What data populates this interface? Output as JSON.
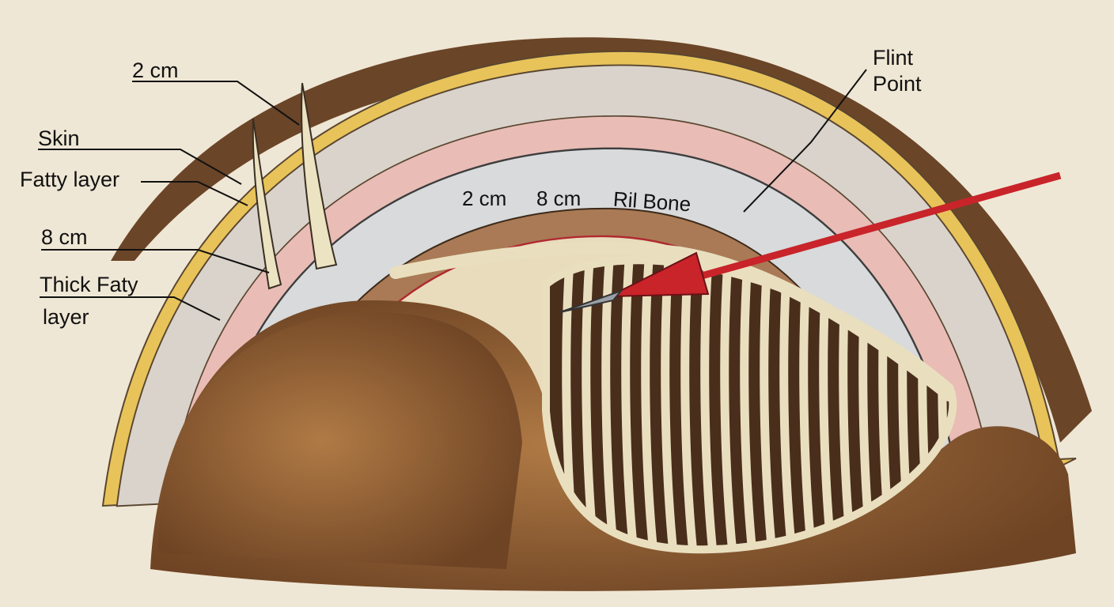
{
  "labels": {
    "top_measure": "2 cm",
    "skin": "Skin",
    "fatty_layer": "Fatty layer",
    "side_measure": "8 cm",
    "thick_fatty_line1": "Thick Faty",
    "thick_fatty_line2": "layer",
    "flint_line1": "Flint",
    "flint_line2": "Point",
    "inner_measure_1": "2 cm",
    "inner_measure_2": "8 cm",
    "rib_bone": "Ril Bone"
  },
  "colors": {
    "background": "#efe7d5",
    "skin": "#e8c35a",
    "fat": "#d9d3cb",
    "muscle": "#e9bcb6",
    "bone_layer": "#d8dadb",
    "deep_tissue": "#a97a55",
    "fur": "#8a5a33",
    "rib": "#e9dfbf",
    "arrow": "#c8242a"
  }
}
